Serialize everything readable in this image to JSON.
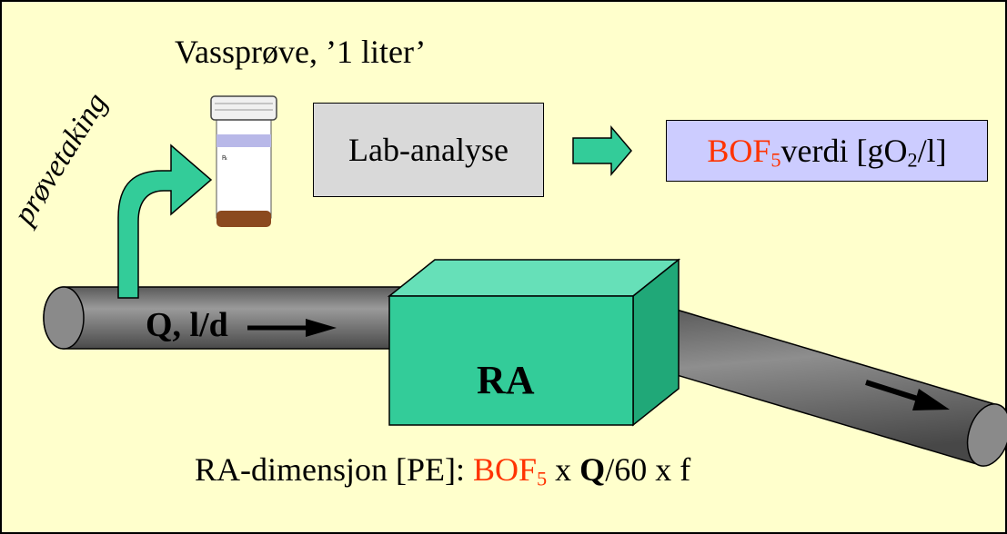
{
  "sample": {
    "title": "Vassprøve, ’1 liter’"
  },
  "sampling": {
    "label": "prøvetaking"
  },
  "lab": {
    "label": "Lab-analyse"
  },
  "result": {
    "bof": "BOF",
    "bof_sub": "5",
    "text_a": " verdi [gO",
    "o_sub": "2",
    "text_b": "/l]"
  },
  "pipe": {
    "flow_label": "Q, l/d"
  },
  "plant": {
    "label": "RA"
  },
  "formula": {
    "prefix": "RA-dimensjon [PE]: ",
    "bof": "BOF",
    "bof_sub": "5",
    "x1": " x ",
    "q": "Q",
    "rest": "/60 x f"
  },
  "colors": {
    "background": "#ffffcc",
    "arrow_teal": "#33cc99",
    "box_teal": "#33cc99",
    "pipe_gray": "#808080",
    "lab_box": "#d9d9d9",
    "result_box": "#ccccff",
    "highlight_red": "#ff3300"
  }
}
